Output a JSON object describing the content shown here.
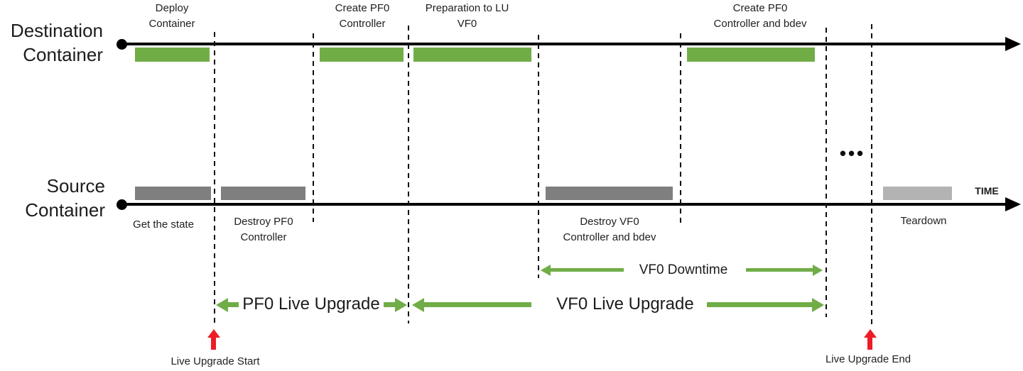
{
  "colors": {
    "activity_green": "#70AD47",
    "activity_gray": "#7F7F7F",
    "teardown_gray": "#B3B3B3",
    "marker_red": "#EE1C25",
    "timeline_black": "#000000"
  },
  "rows": {
    "destination": {
      "label": "Destination\nContainer"
    },
    "source": {
      "label": "Source\nContainer"
    }
  },
  "time_label": "TIME",
  "ellipsis": "•••",
  "destination_phases": [
    {
      "label": "Deploy\nContainer"
    },
    {
      "label": "Create PF0\nController"
    },
    {
      "label": "Preparation to LU\nVF0"
    },
    {
      "label": "Create PF0\nController and bdev"
    }
  ],
  "source_phases": [
    {
      "label": "Get the state"
    },
    {
      "label": "Destroy PF0\nController"
    },
    {
      "label": "Destroy VF0\nController and bdev"
    },
    {
      "label": "Teardown"
    }
  ],
  "spans": {
    "pf0_live_upgrade": "PF0 Live Upgrade",
    "vf0_live_upgrade": "VF0 Live Upgrade",
    "vf0_downtime": "VF0 Downtime"
  },
  "markers": {
    "start": "Live Upgrade Start",
    "end": "Live Upgrade End"
  }
}
